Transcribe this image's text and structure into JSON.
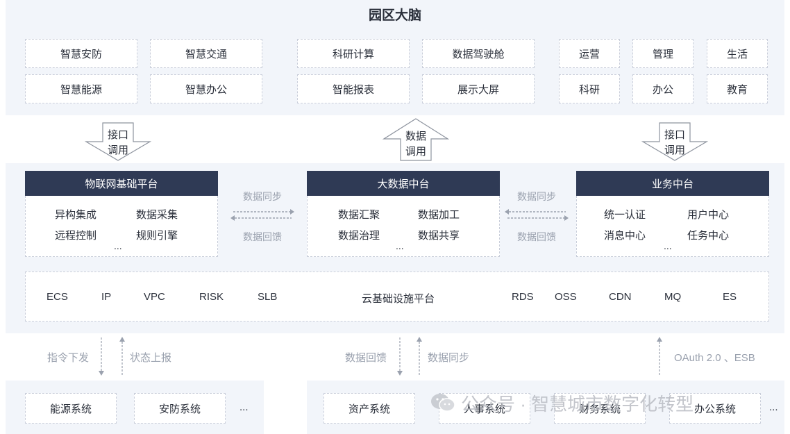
{
  "title": "园区大脑",
  "top_groups": [
    {
      "items": [
        "智慧安防",
        "智慧交通",
        "智慧能源",
        "智慧办公"
      ]
    },
    {
      "items": [
        "科研计算",
        "数据驾驶舱",
        "智能报表",
        "展示大屏"
      ]
    },
    {
      "items": [
        "运营",
        "管理",
        "生活",
        "科研",
        "办公",
        "教育"
      ]
    }
  ],
  "arrows": {
    "left": [
      "接口",
      "调用"
    ],
    "center": [
      "数据",
      "调用"
    ],
    "right": [
      "接口",
      "调用"
    ]
  },
  "platforms": [
    {
      "title": "物联网基础平台",
      "items": [
        "异构集成",
        "数据采集",
        "远程控制",
        "规则引擎"
      ],
      "more": "..."
    },
    {
      "title": "大数据中台",
      "items": [
        "数据汇聚",
        "数据加工",
        "数据治理",
        "数据共享"
      ],
      "more": "..."
    },
    {
      "title": "业务中台",
      "items": [
        "统一认证",
        "用户中心",
        "消息中心",
        "任务中心"
      ],
      "more": "..."
    }
  ],
  "sync_labels": {
    "top": "数据同步",
    "bottom": "数据回馈"
  },
  "infra": {
    "left_items": [
      "ECS",
      "IP",
      "VPC",
      "RISK",
      "SLB"
    ],
    "title": "云基础设施平台",
    "right_items": [
      "RDS",
      "OSS",
      "CDN",
      "MQ",
      "ES"
    ]
  },
  "flows": {
    "down_left": "指令下发",
    "up_left": "状态上报",
    "down_mid": "数据回馈",
    "up_mid": "数据同步",
    "up_right": "OAuth 2.0 、ESB"
  },
  "bottom_left": {
    "items": [
      "能源系统",
      "安防系统"
    ],
    "more": "..."
  },
  "bottom_right": {
    "items": [
      "资产系统",
      "人事系统",
      "财务系统",
      "办公系统"
    ],
    "more": "..."
  },
  "watermark": "公众号 · 智慧城市数字化转型",
  "colors": {
    "header": "#2f3a55",
    "band": "#f2f5fa",
    "dashed": "#c9ceda",
    "muted": "#9aa1ae"
  }
}
